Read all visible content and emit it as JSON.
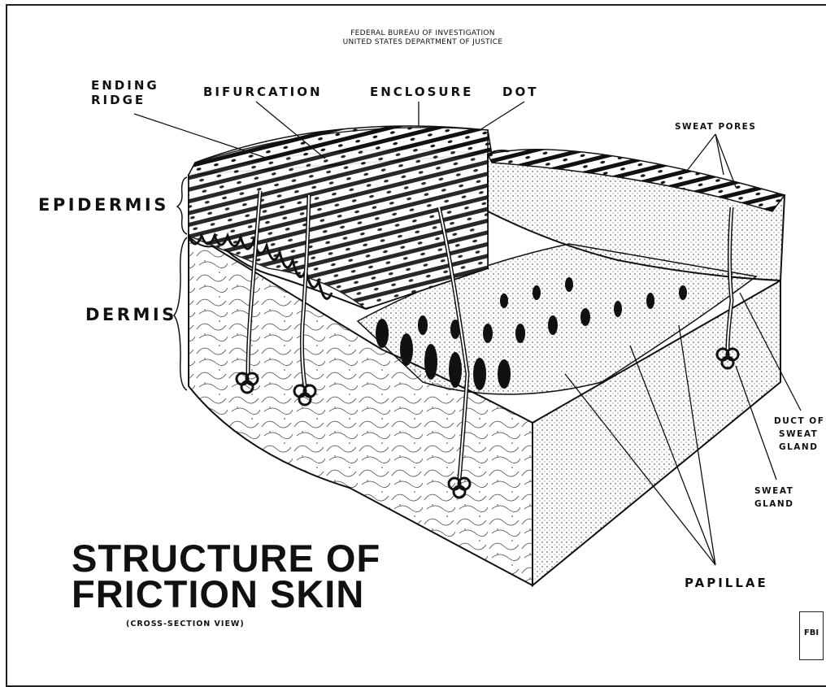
{
  "header": {
    "line1": "FEDERAL BUREAU OF INVESTIGATION",
    "line2": "UNITED STATES DEPARTMENT OF JUSTICE"
  },
  "labels": {
    "ending_ridge": [
      "ENDING",
      "RIDGE"
    ],
    "bifurcation": "BIFURCATION",
    "enclosure": "ENCLOSURE",
    "dot": "DOT",
    "sweat_pores": "SWEAT PORES",
    "epidermis": "EPIDERMIS",
    "dermis": "DERMIS",
    "duct_of_sweat_gland": [
      "DUCT OF",
      "SWEAT",
      "GLAND"
    ],
    "sweat_gland": [
      "SWEAT",
      "GLAND"
    ],
    "papillae": "PAPILLAE"
  },
  "title": {
    "line1": "STRUCTURE OF",
    "line2": "FRICTION SKIN",
    "subtitle": "(CROSS-SECTION VIEW)"
  },
  "logo": {
    "text": "FBI"
  },
  "colors": {
    "ink": "#111111",
    "background": "#ffffff"
  }
}
